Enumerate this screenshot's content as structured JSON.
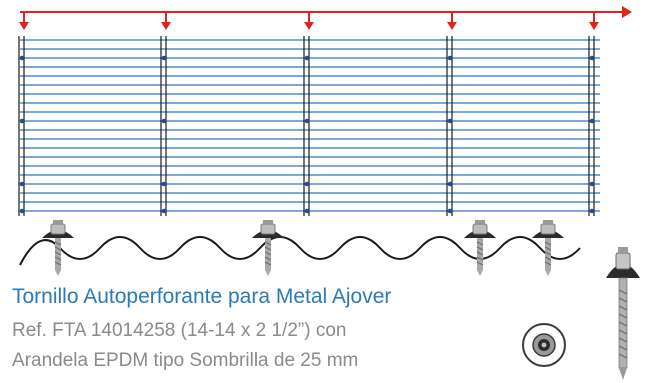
{
  "caption": {
    "title": "Tornillo Autoperforante para Metal Ajover",
    "line1": "Ref. FTA 14014258 (14-14 x 2 1/2”) con",
    "line2": "Arandela EPDM tipo Sombrilla de 25 mm"
  },
  "colors": {
    "arrow": "#e32219",
    "sheet_line": "#2b78c2",
    "support": "#1a1a1a",
    "title": "#2a7ab8",
    "subtitle": "#8a8a8a",
    "screw_metal": "#a9a9a9",
    "washer_dark": "#2b2b2b"
  },
  "icons": {
    "screw": "screw-icon",
    "washer_top_view": "washer-top-view-icon"
  }
}
